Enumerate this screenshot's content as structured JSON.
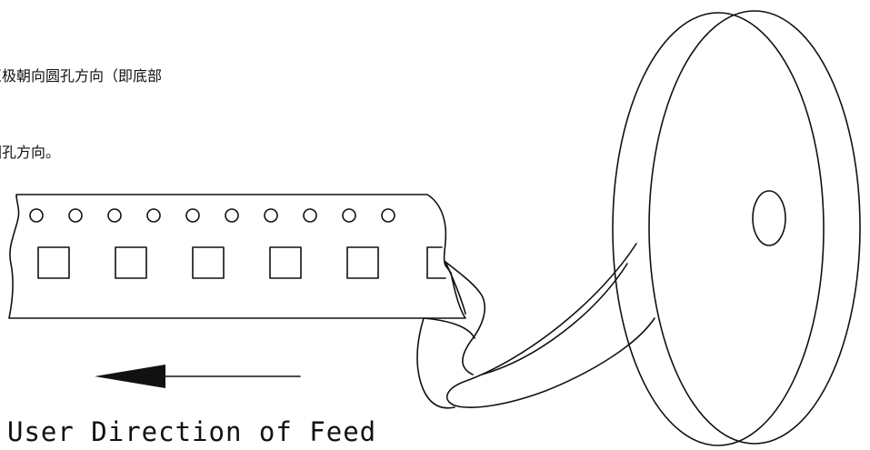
{
  "note": {
    "line1": "正极朝向圆孔方向（即底部",
    "line2": "圆孔方向。"
  },
  "feed_direction": {
    "label": "User Direction of Feed"
  },
  "colors": {
    "ink": "#111111",
    "background": "#ffffff"
  },
  "tape": {
    "sprocket_hole_count": 10,
    "pocket_count": 6
  }
}
